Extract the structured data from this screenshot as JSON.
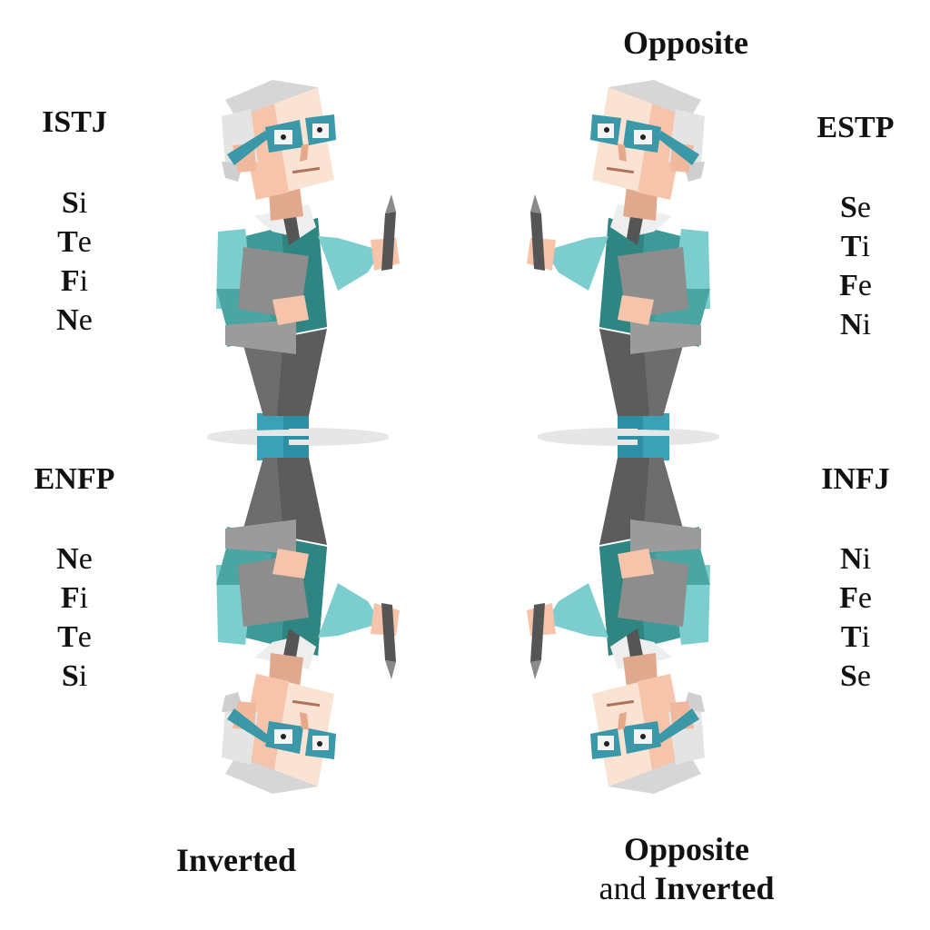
{
  "labels": {
    "top_right": "Opposite",
    "bottom_left": "Inverted",
    "bottom_right_line1": "Opposite",
    "bottom_right_line2_prefix": "and ",
    "bottom_right_line2_bold": "Inverted"
  },
  "quadrants": [
    {
      "id": "top-left",
      "type": "ISTJ",
      "functions": [
        {
          "letter": "S",
          "suffix": "i"
        },
        {
          "letter": "T",
          "suffix": "e"
        },
        {
          "letter": "F",
          "suffix": "i"
        },
        {
          "letter": "N",
          "suffix": "e"
        }
      ]
    },
    {
      "id": "top-right",
      "type": "ESTP",
      "functions": [
        {
          "letter": "S",
          "suffix": "e"
        },
        {
          "letter": "T",
          "suffix": "i"
        },
        {
          "letter": "F",
          "suffix": "e"
        },
        {
          "letter": "N",
          "suffix": "i"
        }
      ]
    },
    {
      "id": "bottom-left",
      "type": "ENFP",
      "functions": [
        {
          "letter": "N",
          "suffix": "e"
        },
        {
          "letter": "F",
          "suffix": "i"
        },
        {
          "letter": "T",
          "suffix": "e"
        },
        {
          "letter": "S",
          "suffix": "i"
        }
      ]
    },
    {
      "id": "bottom-right",
      "type": "INFJ",
      "functions": [
        {
          "letter": "N",
          "suffix": "i"
        },
        {
          "letter": "F",
          "suffix": "e"
        },
        {
          "letter": "T",
          "suffix": "i"
        },
        {
          "letter": "S",
          "suffix": "e"
        }
      ]
    }
  ],
  "colors": {
    "teal_light": "#7ccdcd",
    "teal_mid": "#4aa5a3",
    "teal_dark": "#2f8a8a",
    "glasses": "#3a98a8",
    "skin": "#f5c4aa",
    "skin_light": "#fbe3d4",
    "hair": "#d9d9d9",
    "folder": "#8e8e8e",
    "pants": "#5e5e5e",
    "shoe": "#2c8fa3"
  }
}
